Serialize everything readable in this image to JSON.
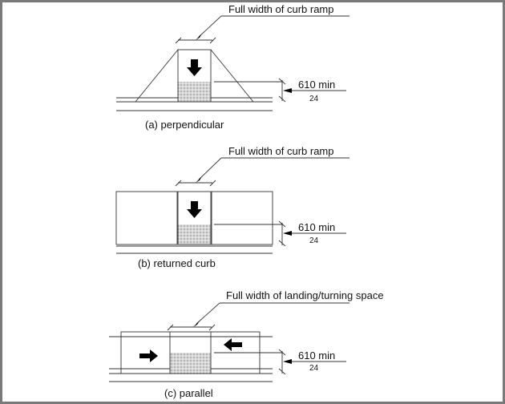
{
  "figures": [
    {
      "caption": "(a) perpendicular",
      "callout": "Full width of curb ramp",
      "dimension_mm": "610 min",
      "dimension_in": "24"
    },
    {
      "caption": "(b) returned curb",
      "callout": "Full width of curb ramp",
      "dimension_mm": "610 min",
      "dimension_in": "24"
    },
    {
      "caption": "(c) parallel",
      "callout": "Full width of landing/turning space",
      "dimension_mm": "610 min",
      "dimension_in": "24"
    }
  ]
}
